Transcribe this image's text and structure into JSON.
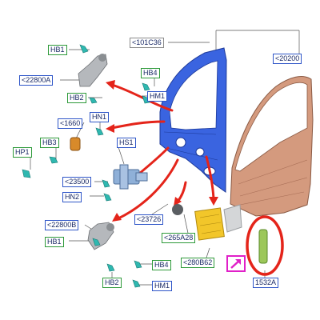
{
  "labels": {
    "hb1_top": "HB1",
    "c22800a": "<22800A",
    "hb2_top": "HB2",
    "hb4_top": "HB4",
    "hm1_top": "HM1",
    "c101c36": "<101C36",
    "c20200": "<20200",
    "c1660": "<1660",
    "hn1": "HN1",
    "hb3": "HB3",
    "hp1": "HP1",
    "hs1": "HS1",
    "c23500": "<23500",
    "hn2": "HN2",
    "c23726": "<23726",
    "c22800b": "<22800B",
    "c265a28": "<265A28",
    "hb1_bottom": "HB1",
    "c280b62": "<280B62",
    "hb4_bottom": "HB4",
    "hb2_bottom": "HB2",
    "hm1_bottom": "HM1",
    "c1532a": "1532A"
  },
  "colors": {
    "inner_panel": "#3a64e0",
    "outer_skin": "#d49a7e",
    "arrows": "#e4241a",
    "highlight_circle": "#e4241a",
    "label_green": "#2e9a3a",
    "label_blue": "#2f56c8",
    "part_teal": "#2fb8b0",
    "part_gray": "#b5b8bc",
    "check_strap": "#8fb0d8",
    "latch_orange": "#d88a2a",
    "moisture_barrier": "#f2c62a",
    "seal_strip": "#9cc75a",
    "picto_magenta": "#e020c8"
  }
}
